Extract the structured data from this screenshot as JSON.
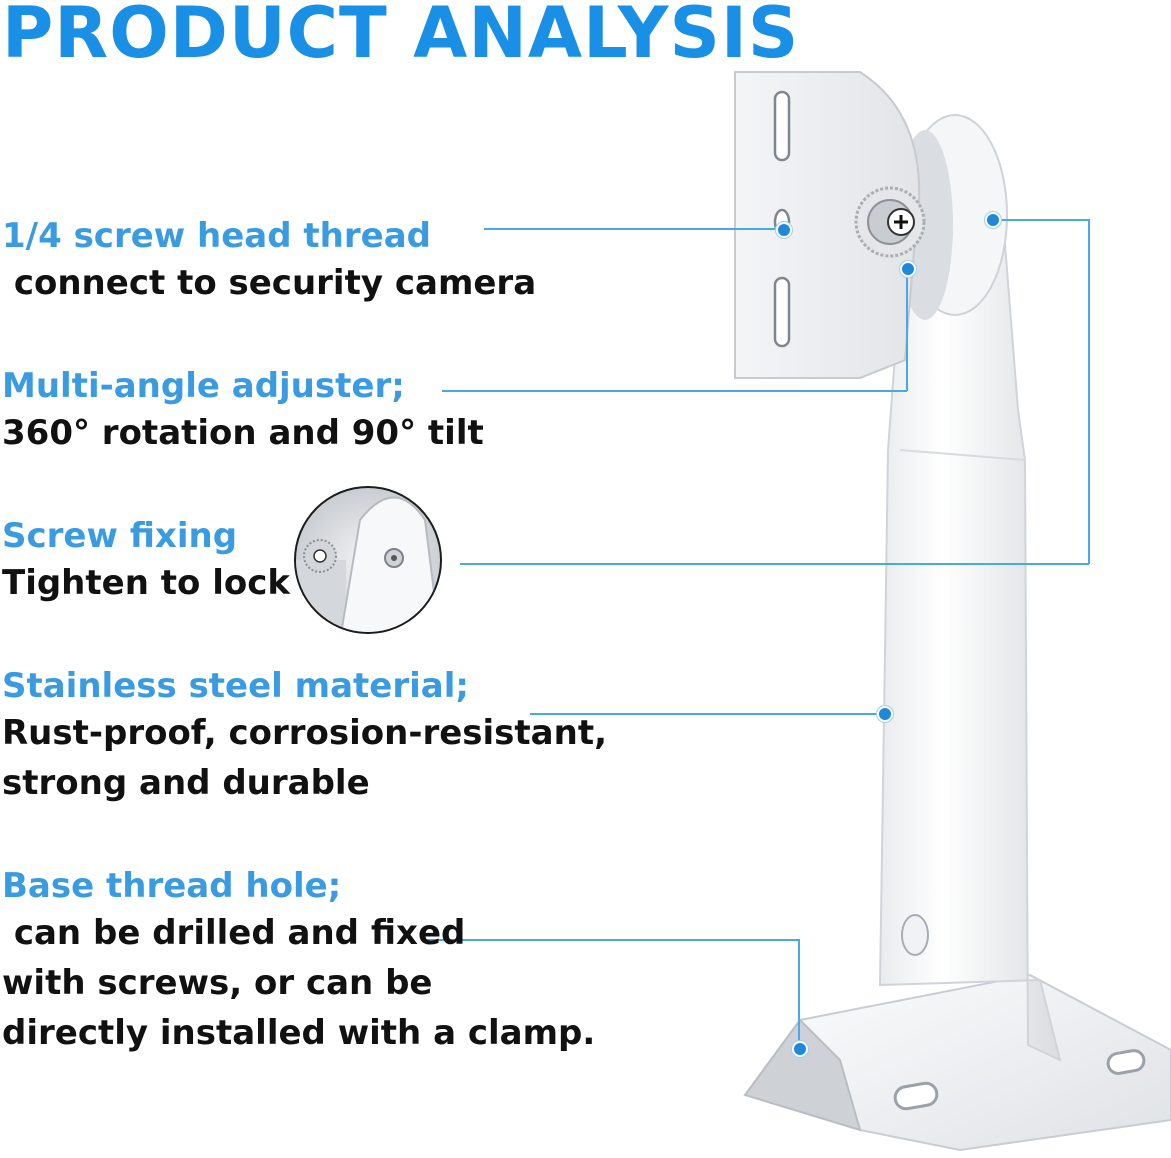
{
  "title": "PRODUCT ANALYSIS",
  "colors": {
    "accent": "#1a8fe6",
    "heading": "#3a9be0",
    "text": "#111111",
    "line": "#4aa8e6"
  },
  "features": [
    {
      "heading": "1/4 screw head thread",
      "body": [
        " connect to security camera"
      ]
    },
    {
      "heading": "Multi-angle adjuster;",
      "body": [
        "360° rotation and 90° tilt"
      ]
    },
    {
      "heading": "Screw fixing",
      "body": [
        "Tighten to lock"
      ]
    },
    {
      "heading": "Stainless steel material;",
      "body": [
        "Rust-proof, corrosion-resistant,",
        "strong and durable"
      ]
    },
    {
      "heading": "Base thread hole;",
      "body": [
        " can be drilled and fixed",
        "with screws, or can be",
        "directly installed with a clamp."
      ]
    }
  ],
  "images": {
    "product": "camera-wall-mount-bracket",
    "inset": "screw-fixing-closeup"
  }
}
